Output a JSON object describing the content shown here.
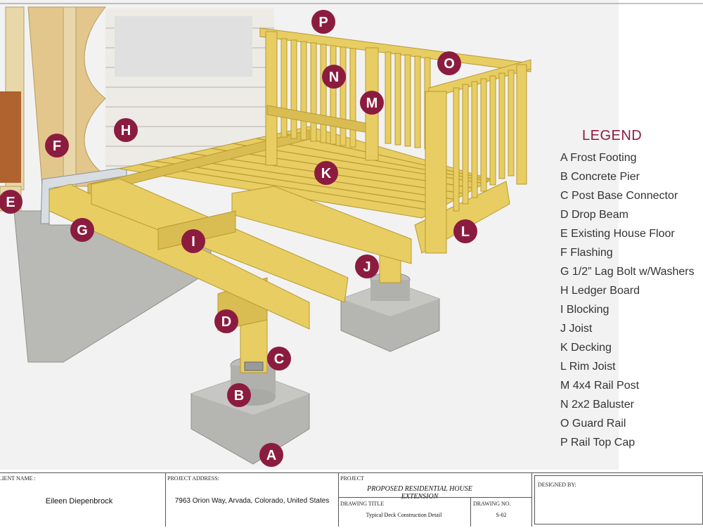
{
  "callouts": [
    "A",
    "B",
    "C",
    "D",
    "E",
    "F",
    "G",
    "H",
    "I",
    "J",
    "K",
    "L",
    "M",
    "N",
    "O",
    "P"
  ],
  "legend": {
    "title": "LEGEND",
    "items": [
      "A Frost Footing",
      "B Concrete Pier",
      "C Post Base Connector",
      "D Drop Beam",
      "E Existing House Floor",
      "F Flashing",
      "G 1/2” Lag Bolt w/Washers",
      "H Ledger Board",
      "I Blocking",
      "J Joist",
      "K Decking",
      "L Rim Joist",
      "M 4x4 Rail Post",
      "N 2x2 Baluster",
      "O Guard Rail",
      "P Rail Top Cap"
    ]
  },
  "title_block": {
    "client_label": "LIENT NAME :",
    "client_name": "Eileen Diepenbrock",
    "address_label": "PROJECT ADDRESS:",
    "address": "7963 Orion Way, Arvada, Colorado, United States",
    "project_label": "PROJECT",
    "project": "PROPOSED RESIDENTIAL HOUSE EXTENSION",
    "drawing_title_label": "DRAWING TITLE",
    "drawing_title": "Typical Deck Construction Detail",
    "drawing_no_label": "DRAWING NO.",
    "drawing_no": "S-02",
    "designed_by_label": "DESIGNED BY:"
  },
  "colors": {
    "callout": "#8c1c3f",
    "wood": "#e8cd62",
    "wood_dark": "#b89a33",
    "concrete": "#b8b8b8",
    "siding": "#ece9e2",
    "legend_title": "#8c1c3f"
  }
}
